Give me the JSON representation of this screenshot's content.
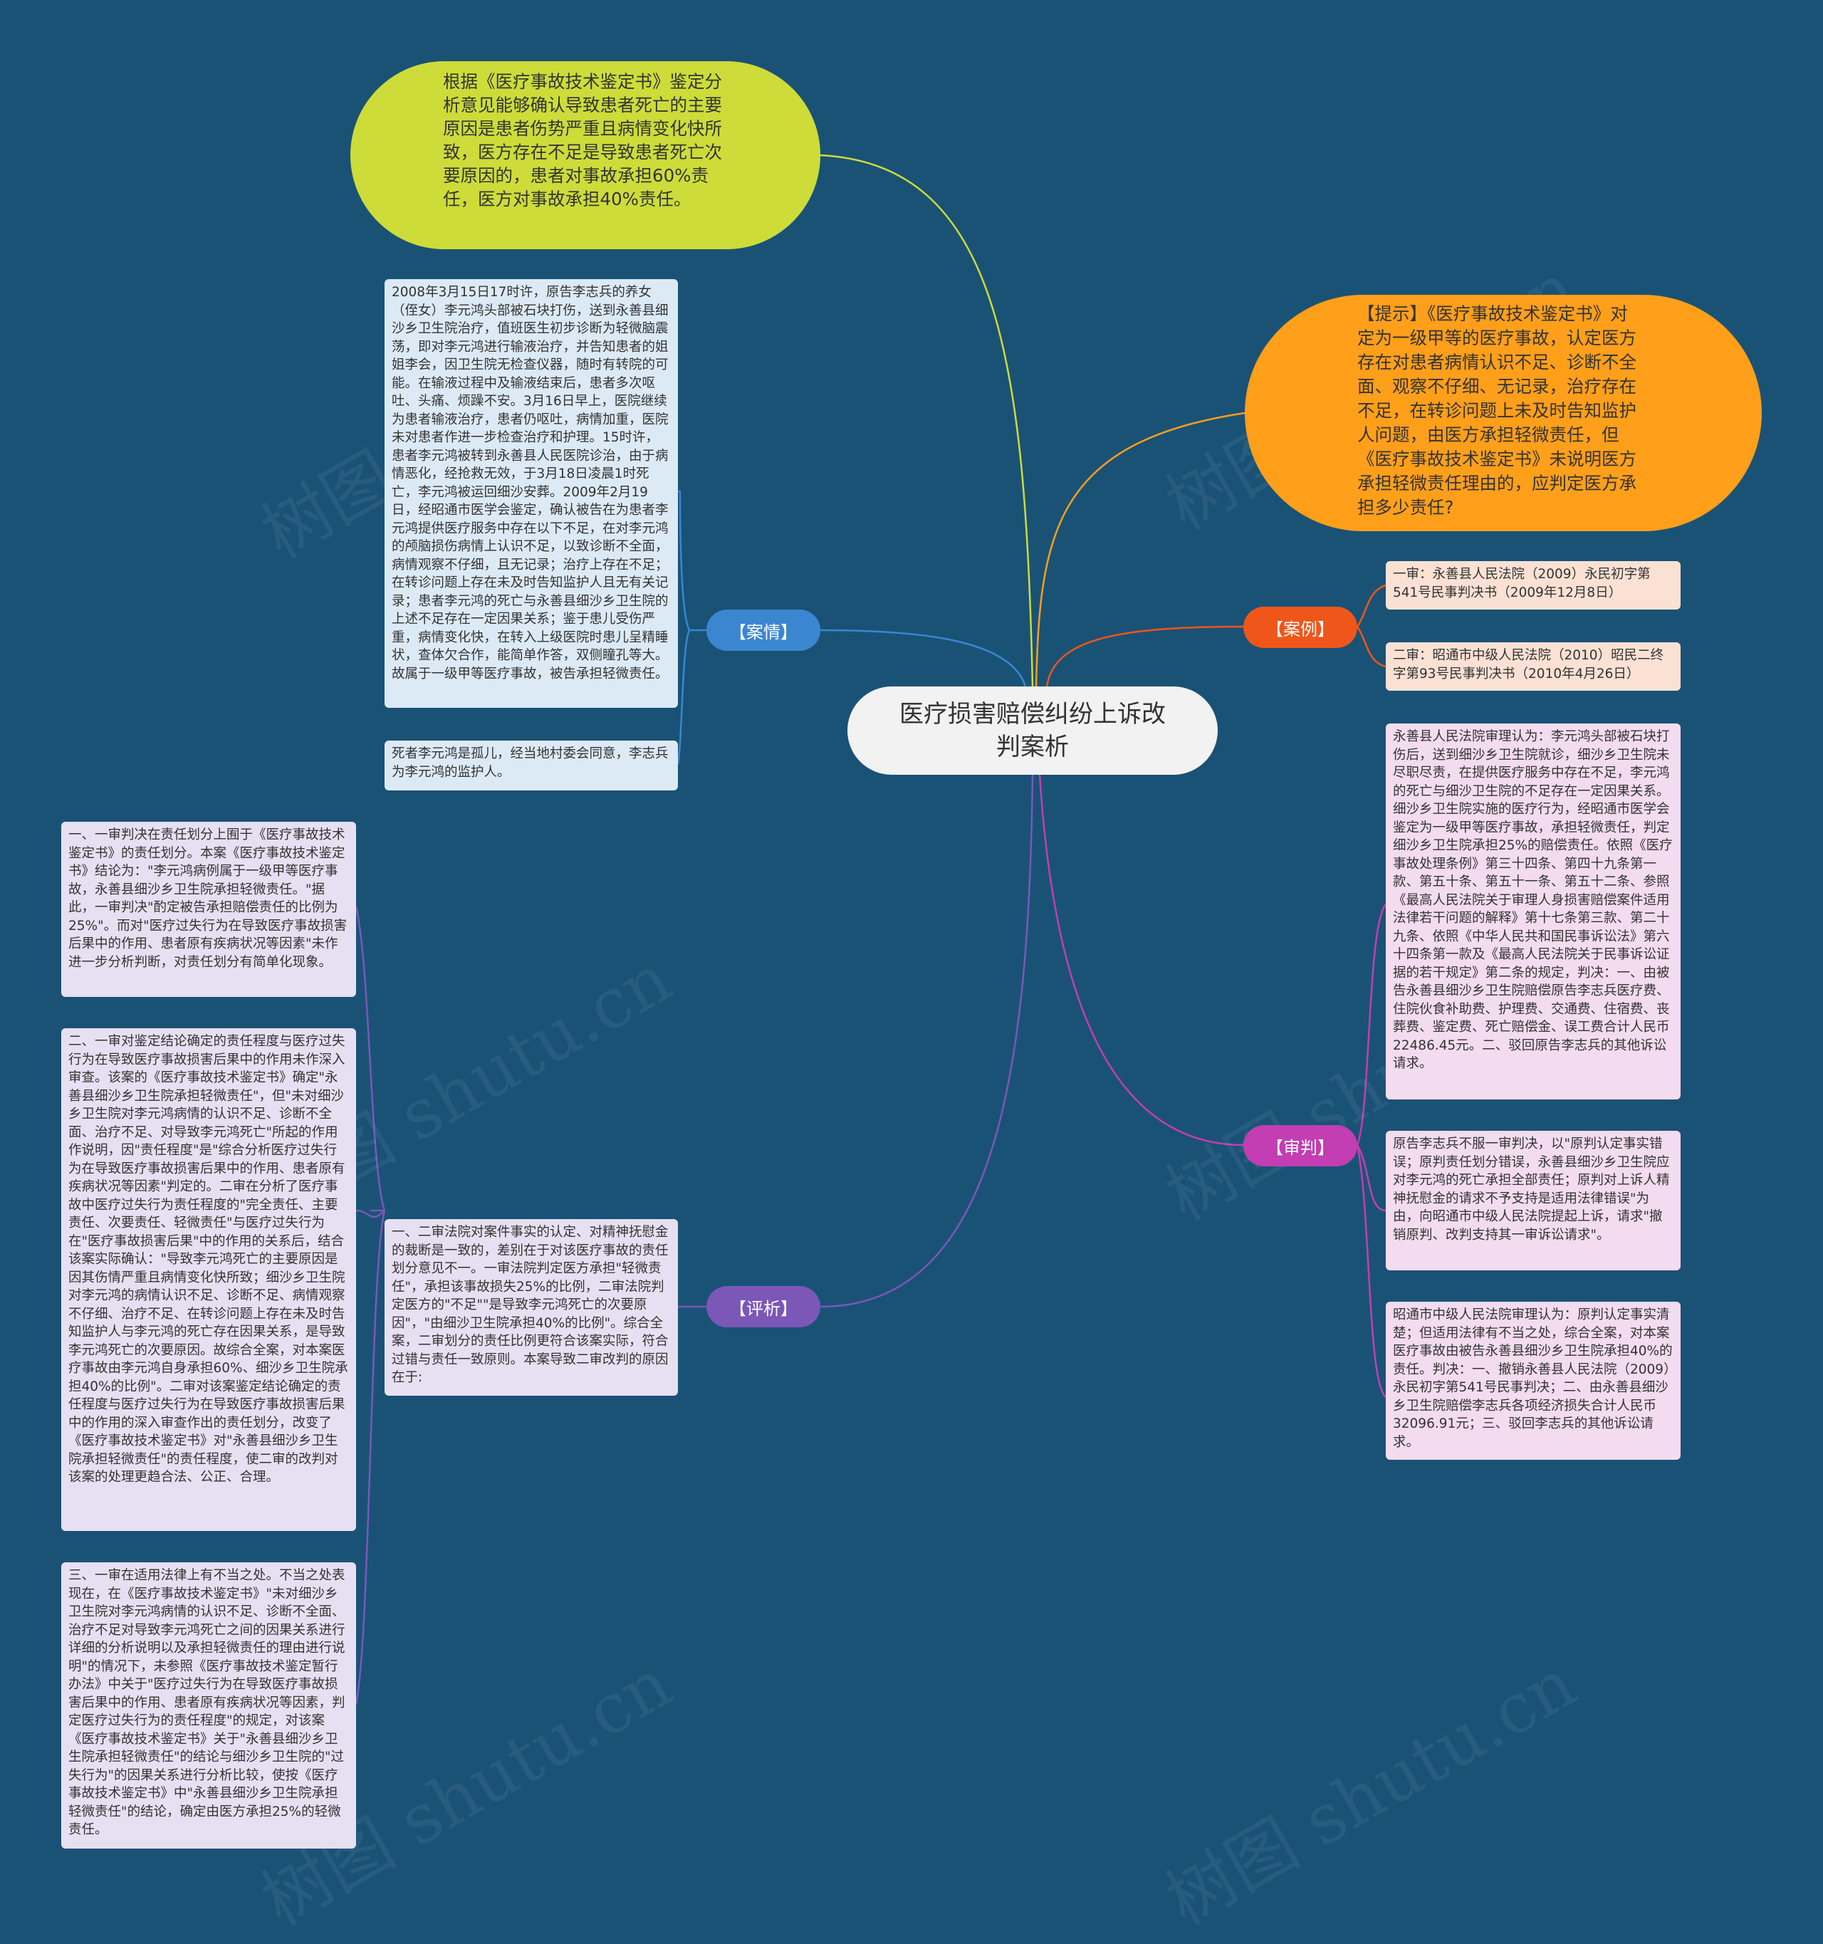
{
  "watermark": "树图 shutu.cn",
  "center": {
    "title": "医疗损害赔偿纠纷上诉改判案析"
  },
  "top_bubble": {
    "text": "根据《医疗事故技术鉴定书》鉴定分析意见能够确认导致患者死亡的主要原因是患者伤势严重且病情变化快所致，医方存在不足是导致患者死亡次要原因的，患者对事故承担60%责任，医方对事故承担40%责任。"
  },
  "hint_bubble": {
    "text": "【提示】《医疗事故技术鉴定书》对定为一级甲等的医疗事故，认定医方存在对患者病情认识不足、诊断不全面、观察不仔细、无记录，治疗存在不足，在转诊问题上未及时告知监护人问题，由医方承担轻微责任，但《医疗事故技术鉴定书》未说明医方承担轻微责任理由的，应判定医方承担多少责任?"
  },
  "branches": {
    "anqing": {
      "label": "【案情】",
      "items": [
        "2008年3月15日17时许，原告李志兵的养女（侄女）李元鸿头部被石块打伤，送到永善县细沙乡卫生院治疗，值班医生初步诊断为轻微脑震荡，即对李元鸿进行输液治疗，并告知患者的姐姐李会，因卫生院无检查仪器，随时有转院的可能。在输液过程中及输液结束后，患者多次呕吐、头痛、烦躁不安。3月16日早上，医院继续为患者输液治疗，患者仍呕吐，病情加重，医院未对患者作进一步检查治疗和护理。15时许，患者李元鸿被转到永善县人民医院诊治，由于病情恶化，经抢救无效，于3月18日凌晨1时死亡，李元鸿被运回细沙安葬。2009年2月19日，经昭通市医学会鉴定，确认被告在为患者李元鸿提供医疗服务中存在以下不足，在对李元鸿的颅脑损伤病情上认识不足，以致诊断不全面，病情观察不仔细，且无记录；治疗上存在不足；在转诊问题上存在未及时告知监护人且无有关记录；患者李元鸿的死亡与永善县细沙乡卫生院的上述不足存在一定因果关系；鉴于患儿受伤严重，病情变化快，在转入上级医院时患儿呈精睡状，查体欠合作，能简单作答，双侧瞳孔等大。故属于一级甲等医疗事故，被告承担轻微责任。",
        "死者李元鸿是孤儿，经当地村委会同意，李志兵为李元鸿的监护人。"
      ]
    },
    "pingxi": {
      "label": "【评析】",
      "summary": "一、二审法院对案件事实的认定、对精神抚慰金的裁断是一致的，差别在于对该医疗事故的责任划分意见不一。一审法院判定医方承担\"轻微责任\"，承担该事故损失25%的比例，二审法院判定医方的\"不足\"\"是导致李元鸿死亡的次要原因\"，\"由细沙卫生院承担40%的比例\"。综合全案，二审划分的责任比例更符合该案实际，符合过错与责任一致原则。本案导致二审改判的原因在于:",
      "items": [
        "一、一审判决在责任划分上囿于《医疗事故技术鉴定书》的责任划分。本案《医疗事故技术鉴定书》结论为：\"李元鸿病例属于一级甲等医疗事故，永善县细沙乡卫生院承担轻微责任。\"据此，一审判决\"酌定被告承担赔偿责任的比例为25%\"。而对\"医疗过失行为在导致医疗事故损害后果中的作用、患者原有疾病状况等因素\"未作进一步分析判断，对责任划分有简单化现象。",
        "二、一审对鉴定结论确定的责任程度与医疗过失行为在导致医疗事故损害后果中的作用未作深入审查。该案的《医疗事故技术鉴定书》确定\"永善县细沙乡卫生院承担轻微责任\"，但\"未对细沙乡卫生院对李元鸿病情的认识不足、诊断不全面、治疗不足、对导致李元鸿死亡\"所起的作用作说明，因\"责任程度\"是\"综合分析医疗过失行为在导致医疗事故损害后果中的作用、患者原有疾病状况等因素\"判定的。二审在分析了医疗事故中医疗过失行为责任程度的\"完全责任、主要责任、次要责任、轻微责任\"与医疗过失行为在\"医疗事故损害后果\"中的作用的关系后，结合该案实际确认：\"导致李元鸿死亡的主要原因是因其伤情严重且病情变化快所致；细沙乡卫生院对李元鸿的病情认识不足、诊断不足、病情观察不仔细、治疗不足、在转诊问题上存在未及时告知监护人与李元鸿的死亡存在因果关系，是导致李元鸿死亡的次要原因。故综合全案，对本案医疗事故由李元鸿自身承担60%、细沙乡卫生院承担40%的比例\"。二审对该案鉴定结论确定的责任程度与医疗过失行为在导致医疗事故损害后果中的作用的深入审查作出的责任划分，改变了《医疗事故技术鉴定书》对\"永善县细沙乡卫生院承担轻微责任\"的责任程度，使二审的改判对该案的处理更趋合法、公正、合理。",
        "三、一审在适用法律上有不当之处。不当之处表现在，在《医疗事故技术鉴定书》\"未对细沙乡卫生院对李元鸿病情的认识不足、诊断不全面、治疗不足对导致李元鸿死亡之间的因果关系进行详细的分析说明以及承担轻微责任的理由进行说明\"的情况下，未参照《医疗事故技术鉴定暂行办法》中关于\"医疗过失行为在导致医疗事故损害后果中的作用、患者原有疾病状况等因素，判定医疗过失行为的责任程度\"的规定，对该案《医疗事故技术鉴定书》关于\"永善县细沙乡卫生院承担轻微责任\"的结论与细沙乡卫生院的\"过失行为\"的因果关系进行分析比较，使按《医疗事故技术鉴定书》中\"永善县细沙乡卫生院承担轻微责任\"的结论，确定由医方承担25%的轻微责任。"
      ]
    },
    "anli": {
      "label": "【案例】",
      "items": [
        "一审：永善县人民法院（2009）永民初字第541号民事判决书（2009年12月8日）",
        "二审：昭通市中级人民法院（2010）昭民二终字第93号民事判决书（2010年4月26日）"
      ]
    },
    "shenpan": {
      "label": "【审判】",
      "items": [
        "永善县人民法院审理认为：李元鸿头部被石块打伤后，送到细沙乡卫生院就诊，细沙乡卫生院未尽职尽责，在提供医疗服务中存在不足，李元鸿的死亡与细沙卫生院的不足存在一定因果关系。细沙乡卫生院实施的医疗行为，经昭通市医学会鉴定为一级甲等医疗事故，承担轻微责任，判定细沙乡卫生院承担25%的赔偿责任。依照《医疗事故处理条例》第三十四条、第四十九条第一款、第五十条、第五十一条、第五十二条、参照《最高人民法院关于审理人身损害赔偿案件适用法律若干问题的解释》第十七条第三款、第二十九条、依照《中华人民共和国民事诉讼法》第六十四条第一款及《最高人民法院关于民事诉讼证据的若干规定》第二条的规定，判决：一、由被告永善县细沙乡卫生院赔偿原告李志兵医疗费、住院伙食补助费、护理费、交通费、住宿费、丧葬费、鉴定费、死亡赔偿金、误工费合计人民币22486.45元。二、驳回原告李志兵的其他诉讼请求。",
        "原告李志兵不服一审判决，以\"原判认定事实错误；原判责任划分错误，永善县细沙乡卫生院应对李元鸿的死亡承担全部责任；原判对上诉人精神抚慰金的请求不予支持是适用法律错误\"为由，向昭通市中级人民法院提起上诉，请求\"撤销原判、改判支持其一审诉讼请求\"。",
        "昭通市中级人民法院审理认为：原判认定事实清楚；但适用法律有不当之处，综合全案，对本案医疗事故由被告永善县细沙乡卫生院承担40%的责任。判决：一、撤销永善县人民法院（2009）永民初字第541号民事判决；二、由永善县细沙乡卫生院赔偿李志兵各项经济损失合计人民币32096.91元；三、驳回李志兵的其他诉讼请求。"
      ]
    }
  },
  "colors": {
    "background": "#1a5276",
    "green_branch": "#cddc39",
    "orange_branch": "#ff9f1a",
    "blue_branch": "#3a86d0",
    "purple_branch": "#7b57b8",
    "red_branch": "#f0561a",
    "magenta_branch": "#c23eb2"
  }
}
